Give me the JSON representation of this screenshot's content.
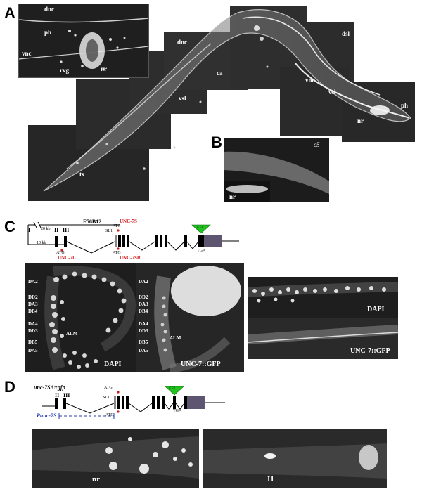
{
  "panels": {
    "a": {
      "letter": "A",
      "inset_labels": {
        "dnc": "dnc",
        "ph": "ph",
        "vnc": "vnc",
        "rvg": "rvg",
        "nr": "nr"
      },
      "worm_labels": {
        "dnc": "dnc",
        "ca": "ca",
        "vsl": "vsl",
        "ts": "ts",
        "dsl": "dsl",
        "vnc": "vnc",
        "vsl2": "vsl",
        "nr": "nr",
        "ph": "ph"
      }
    },
    "b": {
      "letter": "B",
      "genotype": "e5",
      "inset_label": "nr"
    },
    "c": {
      "letter": "C",
      "gene_diagram": {
        "cosmid": "F56B12",
        "scale_top": "20 kb",
        "scale_bottom": "10 kb",
        "exon_labels": [
          "I",
          "II",
          "III"
        ],
        "atg_label": "ATG",
        "sl1_label": "SL1",
        "tga_label": "TGA",
        "gfp_label": "GFP",
        "isoform_7s": "UNC-7S",
        "isoform_7l": "UNC-7L",
        "isoform_7sr": "UNC-7SR"
      },
      "image_dapi_1": {
        "title": "DAPI",
        "cells": [
          "DA2",
          "DD2",
          "DA3",
          "DB4",
          "DA4",
          "DD3",
          "DB5",
          "DA5"
        ],
        "alm": "ALM"
      },
      "image_gfp_1": {
        "title": "UNC-7::GFP",
        "cells": [
          "DA2",
          "DD2",
          "DA3",
          "DB4",
          "DA4",
          "DD3",
          "DB5",
          "DA5"
        ],
        "alm": "ALM"
      },
      "image_dapi_2": {
        "title": "DAPI"
      },
      "image_gfp_2": {
        "title": "UNC-7::GFP"
      }
    },
    "d": {
      "letter": "D",
      "construct": "unc-7SΔ::gfp",
      "promoter": "Punc-7S",
      "exon_labels": [
        "II",
        "III"
      ],
      "atg_label": "ATG",
      "sl1_label": "SL1",
      "tga_label": "TGA",
      "gfp_label": "GFP",
      "image_left_label": "nr",
      "image_right_label": "I1"
    }
  },
  "colors": {
    "gfp_green": "#22c21f",
    "isoform_red": "#d11a1a",
    "promoter_blue": "#2a3fb5",
    "gfp_box": "#5e5670"
  }
}
